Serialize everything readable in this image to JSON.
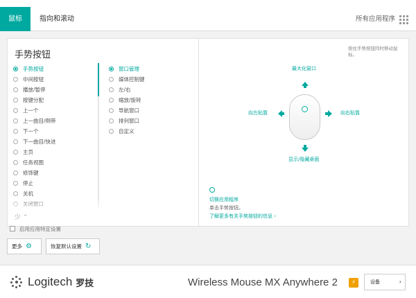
{
  "topbar": {
    "active_tab": "鼠标",
    "tab2": "指向和滚动",
    "all_apps": "所有应用程序",
    "grid_icon": "grid-icon"
  },
  "left_panel": {
    "title": "手势按钮",
    "col1": [
      {
        "label": "手势按钮",
        "selected": true
      },
      {
        "label": "中间按钮",
        "selected": false
      },
      {
        "label": "播放/暂停",
        "selected": false
      },
      {
        "label": "按键分配",
        "selected": false
      },
      {
        "label": "上一个",
        "selected": false
      },
      {
        "label": "上一曲目/倒带",
        "selected": false
      },
      {
        "label": "下一个",
        "selected": false
      },
      {
        "label": "下一曲目/快进",
        "selected": false
      },
      {
        "label": "主页",
        "selected": false
      },
      {
        "label": "任务视图",
        "selected": false
      },
      {
        "label": "修饰键",
        "selected": false
      },
      {
        "label": "停止",
        "selected": false
      },
      {
        "label": "关机",
        "selected": false
      },
      {
        "label": "关闭窗口",
        "selected": false
      }
    ],
    "col2": [
      {
        "label": "窗口管理",
        "selected": true
      },
      {
        "label": "媒体控制键",
        "selected": false
      },
      {
        "label": "左/右",
        "selected": false
      },
      {
        "label": "缩放/旋转",
        "selected": false
      },
      {
        "label": "导航窗口",
        "selected": false
      },
      {
        "label": "排列窗口",
        "selected": false
      },
      {
        "label": "自定义",
        "selected": false
      }
    ],
    "scroll_hint": "少 ⌃"
  },
  "right_panel": {
    "hint": "按住手势按钮同时移动鼠标。",
    "up_label": "最大化窗口",
    "down_label": "显示/隐藏桌面",
    "left_label": "向左贴靠",
    "right_label": "向右贴靠",
    "app_switch": "切换应用程序",
    "click_hint": "单击手势按钮。",
    "learn_more": "了解更多有关手势按钮的信息 ›"
  },
  "bottom": {
    "checkbox_label": "启用应用特定设置",
    "more_btn": "更多",
    "reset_btn": "恢复默认设置"
  },
  "footer": {
    "brand": "Logitech",
    "brand_cn": "罗技",
    "device": "Wireless Mouse MX Anywhere 2",
    "badge": "⚡",
    "device_btn": "设备"
  },
  "colors": {
    "accent": "#00a9a0"
  }
}
